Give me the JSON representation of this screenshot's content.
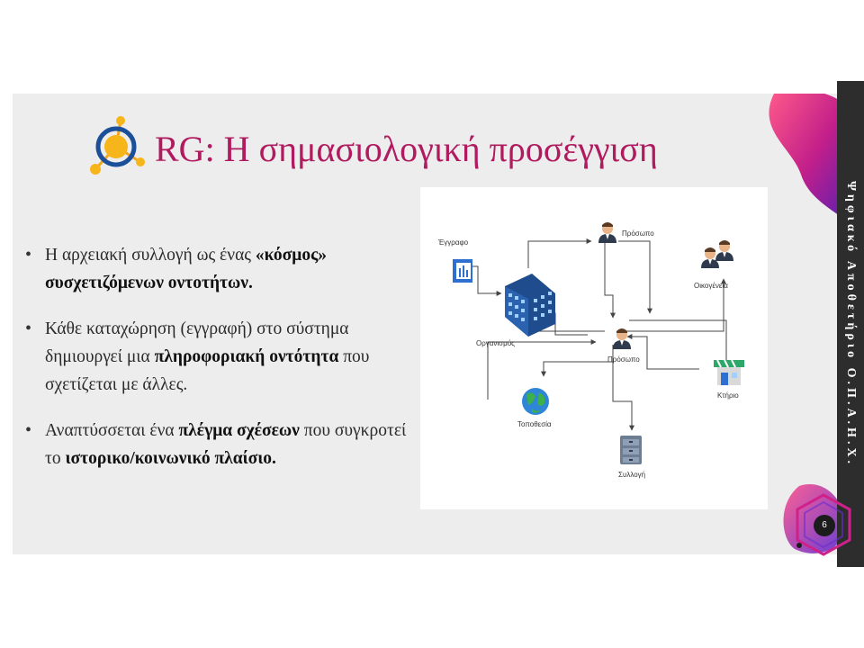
{
  "title": "RG: Η σημασιολογική προσέγγιση",
  "bullets": [
    {
      "parts": [
        {
          "text": "Η αρχειακή συλλογή ως ένας ",
          "bold": false
        },
        {
          "text": "«κόσμος» συσχετιζόμενων οντοτήτων.",
          "bold": true
        }
      ]
    },
    {
      "parts": [
        {
          "text": "Κάθε καταχώρηση (εγγραφή) στο σύστημα δημιουργεί μια ",
          "bold": false
        },
        {
          "text": "πληροφοριακή οντότητα",
          "bold": true
        },
        {
          "text": " που σχετίζεται με άλλες.",
          "bold": false
        }
      ]
    },
    {
      "parts": [
        {
          "text": "Αναπτύσσεται ένα ",
          "bold": false
        },
        {
          "text": "πλέγμα σχέσεων",
          "bold": true
        },
        {
          "text": " που συγκροτεί το ",
          "bold": false
        },
        {
          "text": "ιστορικο/κοινωνικό πλαίσιο.",
          "bold": true
        }
      ]
    }
  ],
  "diagram": {
    "document": "Έγγραφο",
    "organization": "Οργανισμός",
    "person_top": "Πρόσωπο",
    "family": "Οικογένεια",
    "person_center": "Πρόσωπο",
    "building": "Κτήριο",
    "place": "Τοποθεσία",
    "collection": "Συλλογή"
  },
  "sidebar_text": "Ψηφιακό Αποθετήριο Ο.Π.Α.Η.Χ.",
  "page_number": "6",
  "colors": {
    "title": "#b01a5e",
    "sidebar": "#2d2d2d",
    "slide_bg": "#ededed"
  }
}
